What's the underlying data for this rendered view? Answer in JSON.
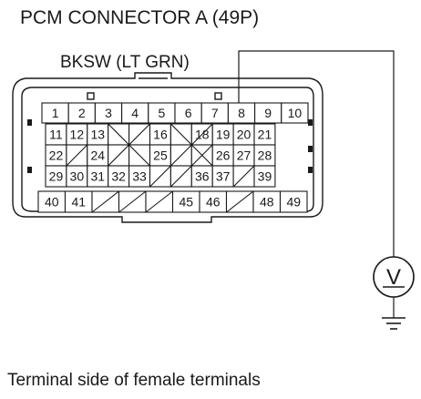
{
  "title": "PCM CONNECTOR A (49P)",
  "wire_label": "BKSW (LT GRN)",
  "footer": "Terminal side of female terminals",
  "meter_symbol": "V",
  "icons": [
    "voltmeter-icon",
    "ground-icon"
  ],
  "rows": [
    [
      "1",
      "2",
      "3",
      "4",
      "5",
      "6",
      "7",
      "8",
      "9",
      "10"
    ],
    [
      "11",
      "12",
      "13",
      "",
      "",
      "16",
      "",
      "18",
      "19",
      "20",
      "21"
    ],
    [
      "22",
      "",
      "24",
      "",
      "",
      "25",
      "",
      "",
      "26",
      "27",
      "28"
    ],
    [
      "29",
      "30",
      "31",
      "32",
      "33",
      "",
      "",
      "36",
      "37",
      "",
      "39"
    ],
    [
      "40",
      "41",
      "",
      "",
      "",
      "45",
      "46",
      "",
      "48",
      "49"
    ]
  ],
  "probe_terminal": "8"
}
